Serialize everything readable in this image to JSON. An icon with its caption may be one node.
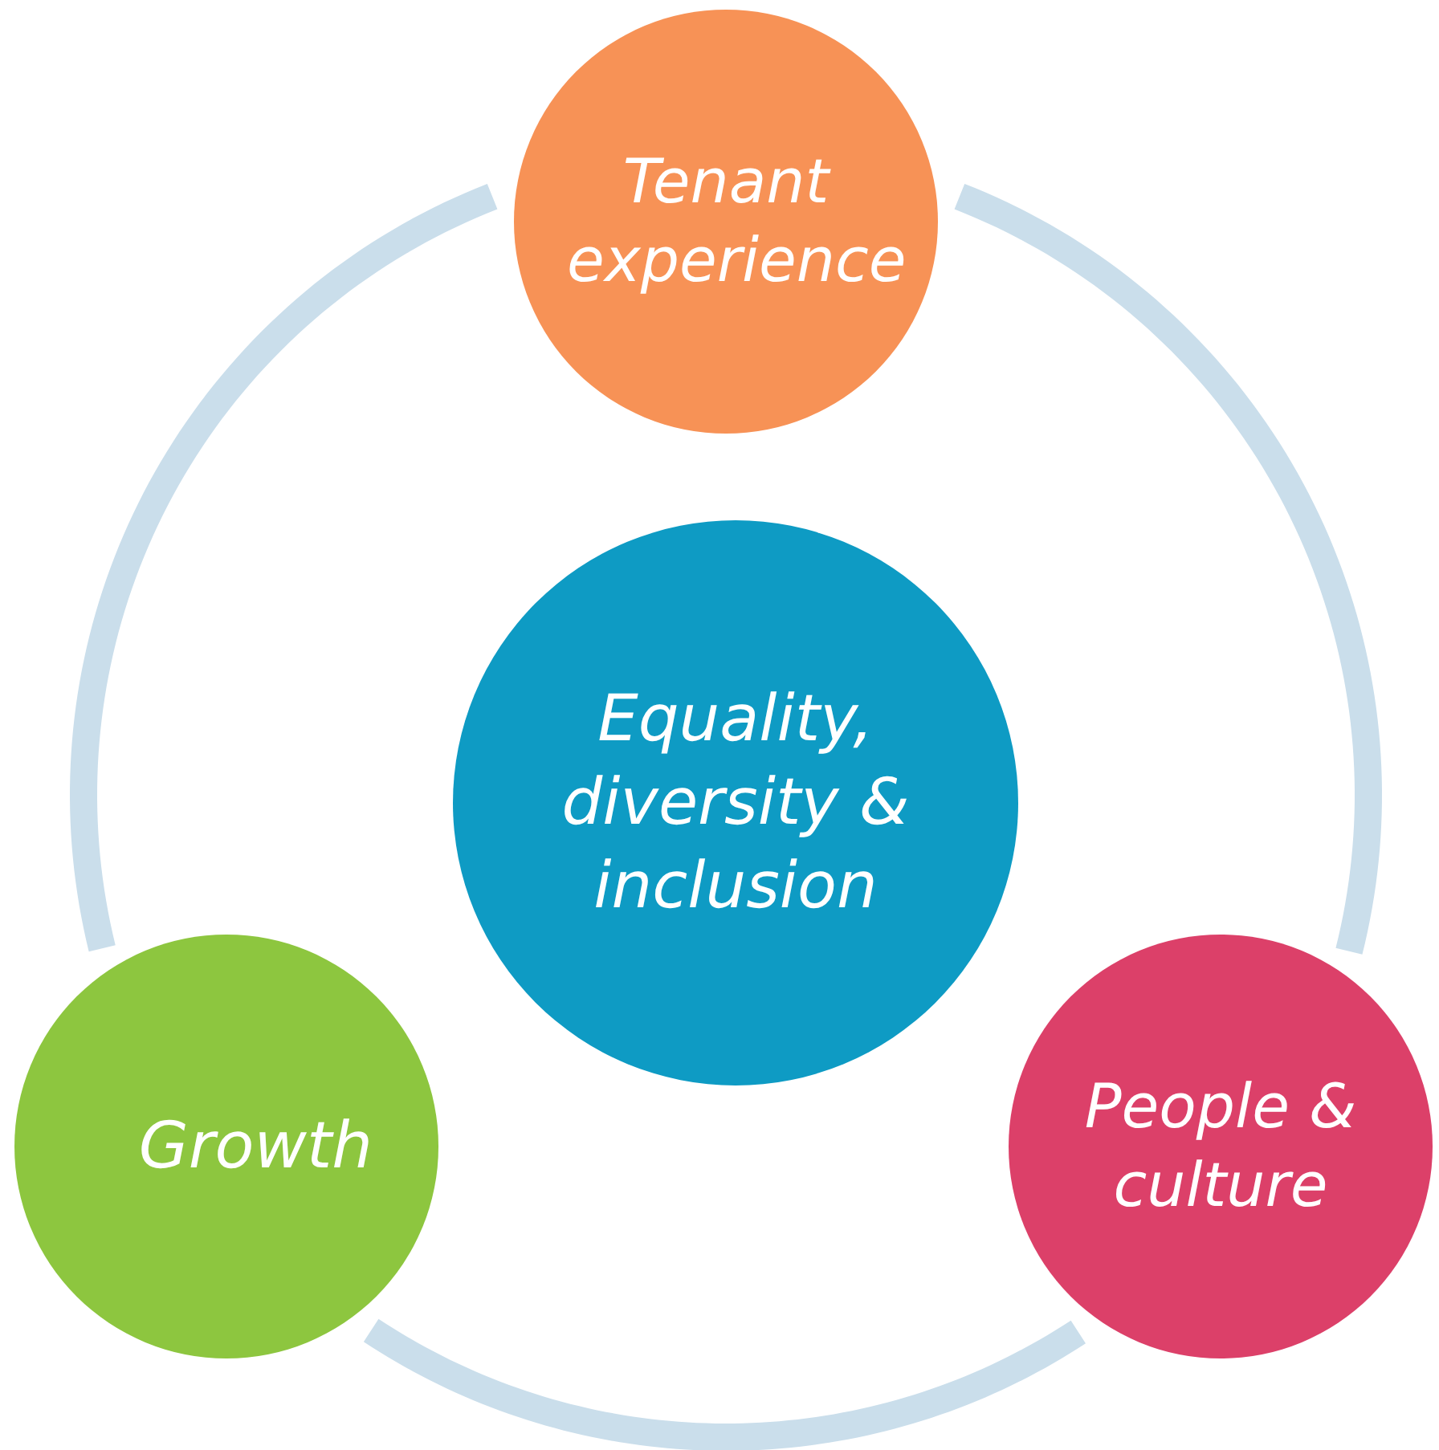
{
  "diagram": {
    "nodes": [
      {
        "text": [
          "Tenant experience"
        ]
      },
      {
        "text": [
          "Equality, diversity & inclusion"
        ]
      },
      {
        "text": [
          "Growth"
        ]
      },
      {
        "text": [
          "People & culture"
        ]
      }
    ],
    "edges": [
      {
        "from": 0,
        "to": 3,
        "arrow": "none"
      },
      {
        "from": 3,
        "to": 2,
        "arrow": "none"
      },
      {
        "from": 2,
        "to": 0,
        "arrow": "none"
      }
    ]
  }
}
